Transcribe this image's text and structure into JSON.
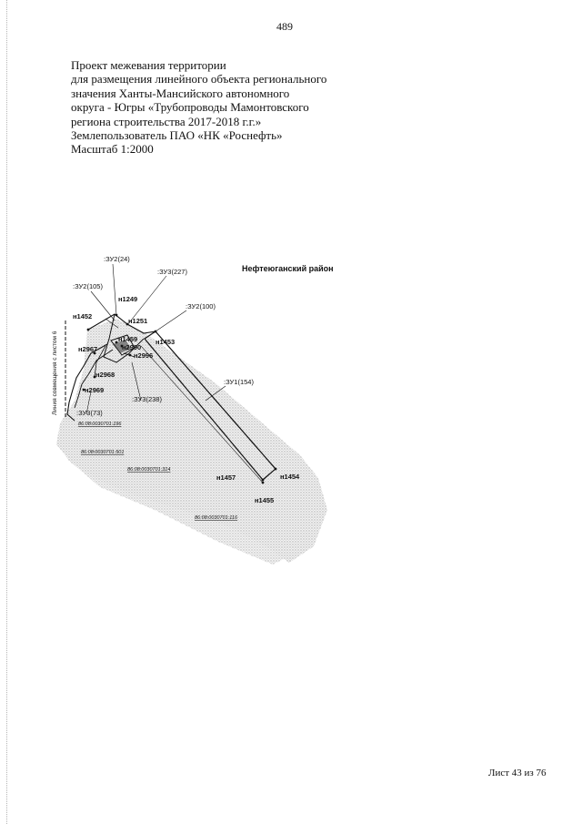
{
  "page_number": "489",
  "title_lines": [
    "Проект межевания территории",
    "для размещения линейного объекта регионального",
    "значения Ханты-Мансийского автономного",
    "округа - Югры «Трубопроводы Мамонтовского",
    "региона строительства 2017-2018 г.г.»",
    "Землепользователь ПАО «НК «Роснефть»",
    "Масштаб 1:2000"
  ],
  "map": {
    "region_label": "Нефтеюганский район",
    "junction_line_label": "Линия совмещения с листом 6",
    "parcel_labels": {
      "zu2_24": ":ЗУ2(24)",
      "zu3_227": ":ЗУ3(227)",
      "zu2_105": ":ЗУ2(105)",
      "zu2_100": ":ЗУ2(100)",
      "zu1_154": ":ЗУ1(154)",
      "zu3_238": ":ЗУ3(238)",
      "zu3_73": ":ЗУ3(73)"
    },
    "point_labels": {
      "n1249": "н1249",
      "n1452": "н1452",
      "n1251": "н1251",
      "n1453": "н1453",
      "n1459": "н1459",
      "n2990": "н2990",
      "n2967": "н2967",
      "n2996": "н2996",
      "n2968": "н2968",
      "n2969": "н2969",
      "n1457": "н1457",
      "n1454": "н1454",
      "n1455": "н1455"
    },
    "cadastral_numbers": {
      "c1": "86:08:0030701:196",
      "c2": "86:08:0030701:501",
      "c3": "86:08:0030701:314",
      "c4": "86:08:0030701:116"
    }
  },
  "sheet_label": "Лист 43 из 76"
}
